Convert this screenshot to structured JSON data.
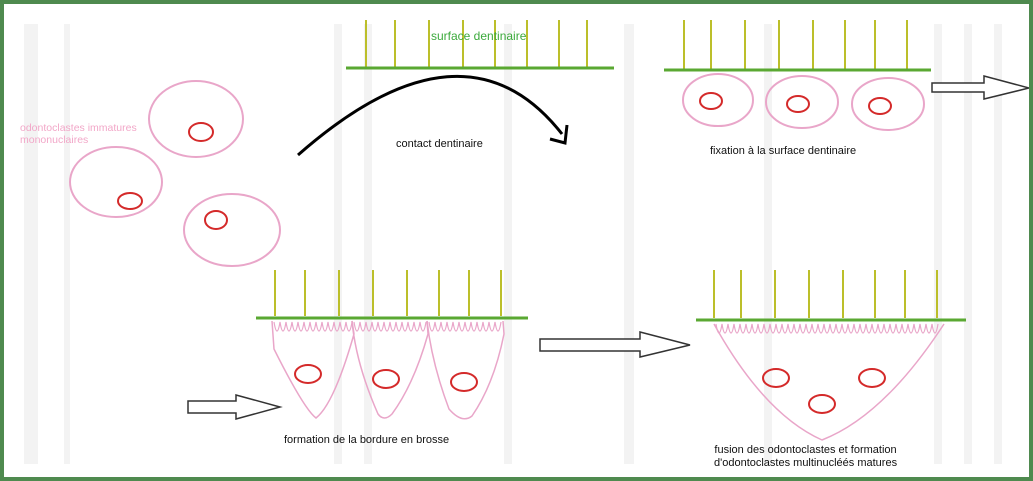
{
  "labels": {
    "immature_cells": "odontoclastes immatures mononuclaires",
    "dentin_surface": "surface dentinaire",
    "dentin_contact": "contact dentinaire",
    "attachment": "fixation à la surface dentinaire",
    "brush_border": "formation de la bordure en brosse",
    "fusion_line1": "fusion des odontoclastes et formation",
    "fusion_line2": "d'odontoclastes multinucléés matures"
  },
  "colors": {
    "frame": "#4f8a4f",
    "surface_line": "#5aa832",
    "tubule": "#bcbf2a",
    "cell_outline": "#e9a6c9",
    "nucleus": "#d42a2a",
    "arrow": "#000000",
    "pink_text": "#f2a7c8",
    "green_text": "#3caa3c"
  },
  "icons": {
    "process_arrow": "hollow-right-arrow",
    "contact_arrow": "curved-arrow"
  }
}
